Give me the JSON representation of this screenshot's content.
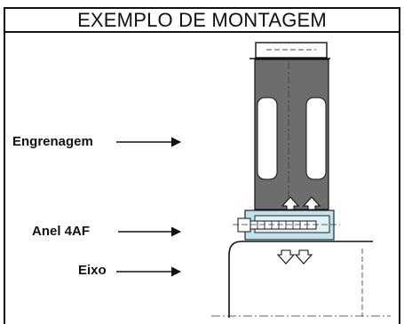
{
  "title": "EXEMPLO DE MONTAGEM",
  "labels": {
    "gear": "Engrenagem",
    "ring": "Anel 4AF",
    "shaft": "Eixo"
  },
  "colors": {
    "gear_fill": "#6d6d6d",
    "ring_fill": "#bfe3ee",
    "line": "#111111"
  },
  "icons": [
    "arrow-right-icon",
    "arrow-up-outline-icon",
    "arrow-down-outline-icon"
  ]
}
